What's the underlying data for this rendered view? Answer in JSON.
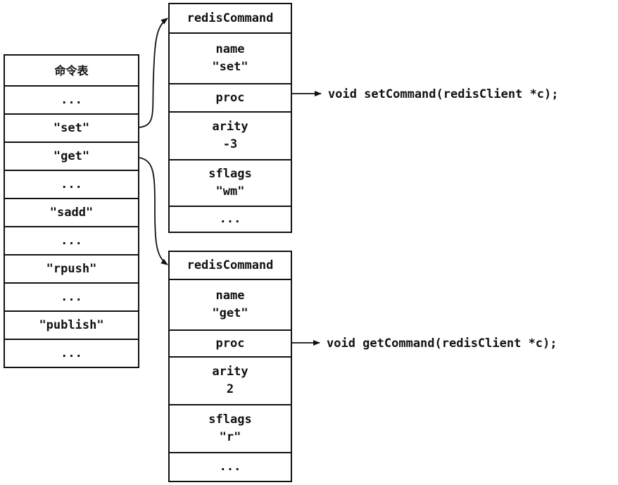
{
  "command_table": {
    "title": "命令表",
    "rows": [
      "...",
      "\"set\"",
      "\"get\"",
      "...",
      "\"sadd\"",
      "...",
      "\"rpush\"",
      "...",
      "\"publish\"",
      "..."
    ]
  },
  "set_command": {
    "header": "redisCommand",
    "name_label": "name",
    "name_value": "\"set\"",
    "proc_label": "proc",
    "arity_label": "arity",
    "arity_value": "-3",
    "sflags_label": "sflags",
    "sflags_value": "\"wm\"",
    "ellipsis": "...",
    "function": "void setCommand(redisClient *c);"
  },
  "get_command": {
    "header": "redisCommand",
    "name_label": "name",
    "name_value": "\"get\"",
    "proc_label": "proc",
    "arity_label": "arity",
    "arity_value": "2",
    "sflags_label": "sflags",
    "sflags_value": "\"r\"",
    "ellipsis": "...",
    "function": "void getCommand(redisClient *c);"
  },
  "colors": {
    "line": "#111111",
    "background": "#ffffff"
  }
}
